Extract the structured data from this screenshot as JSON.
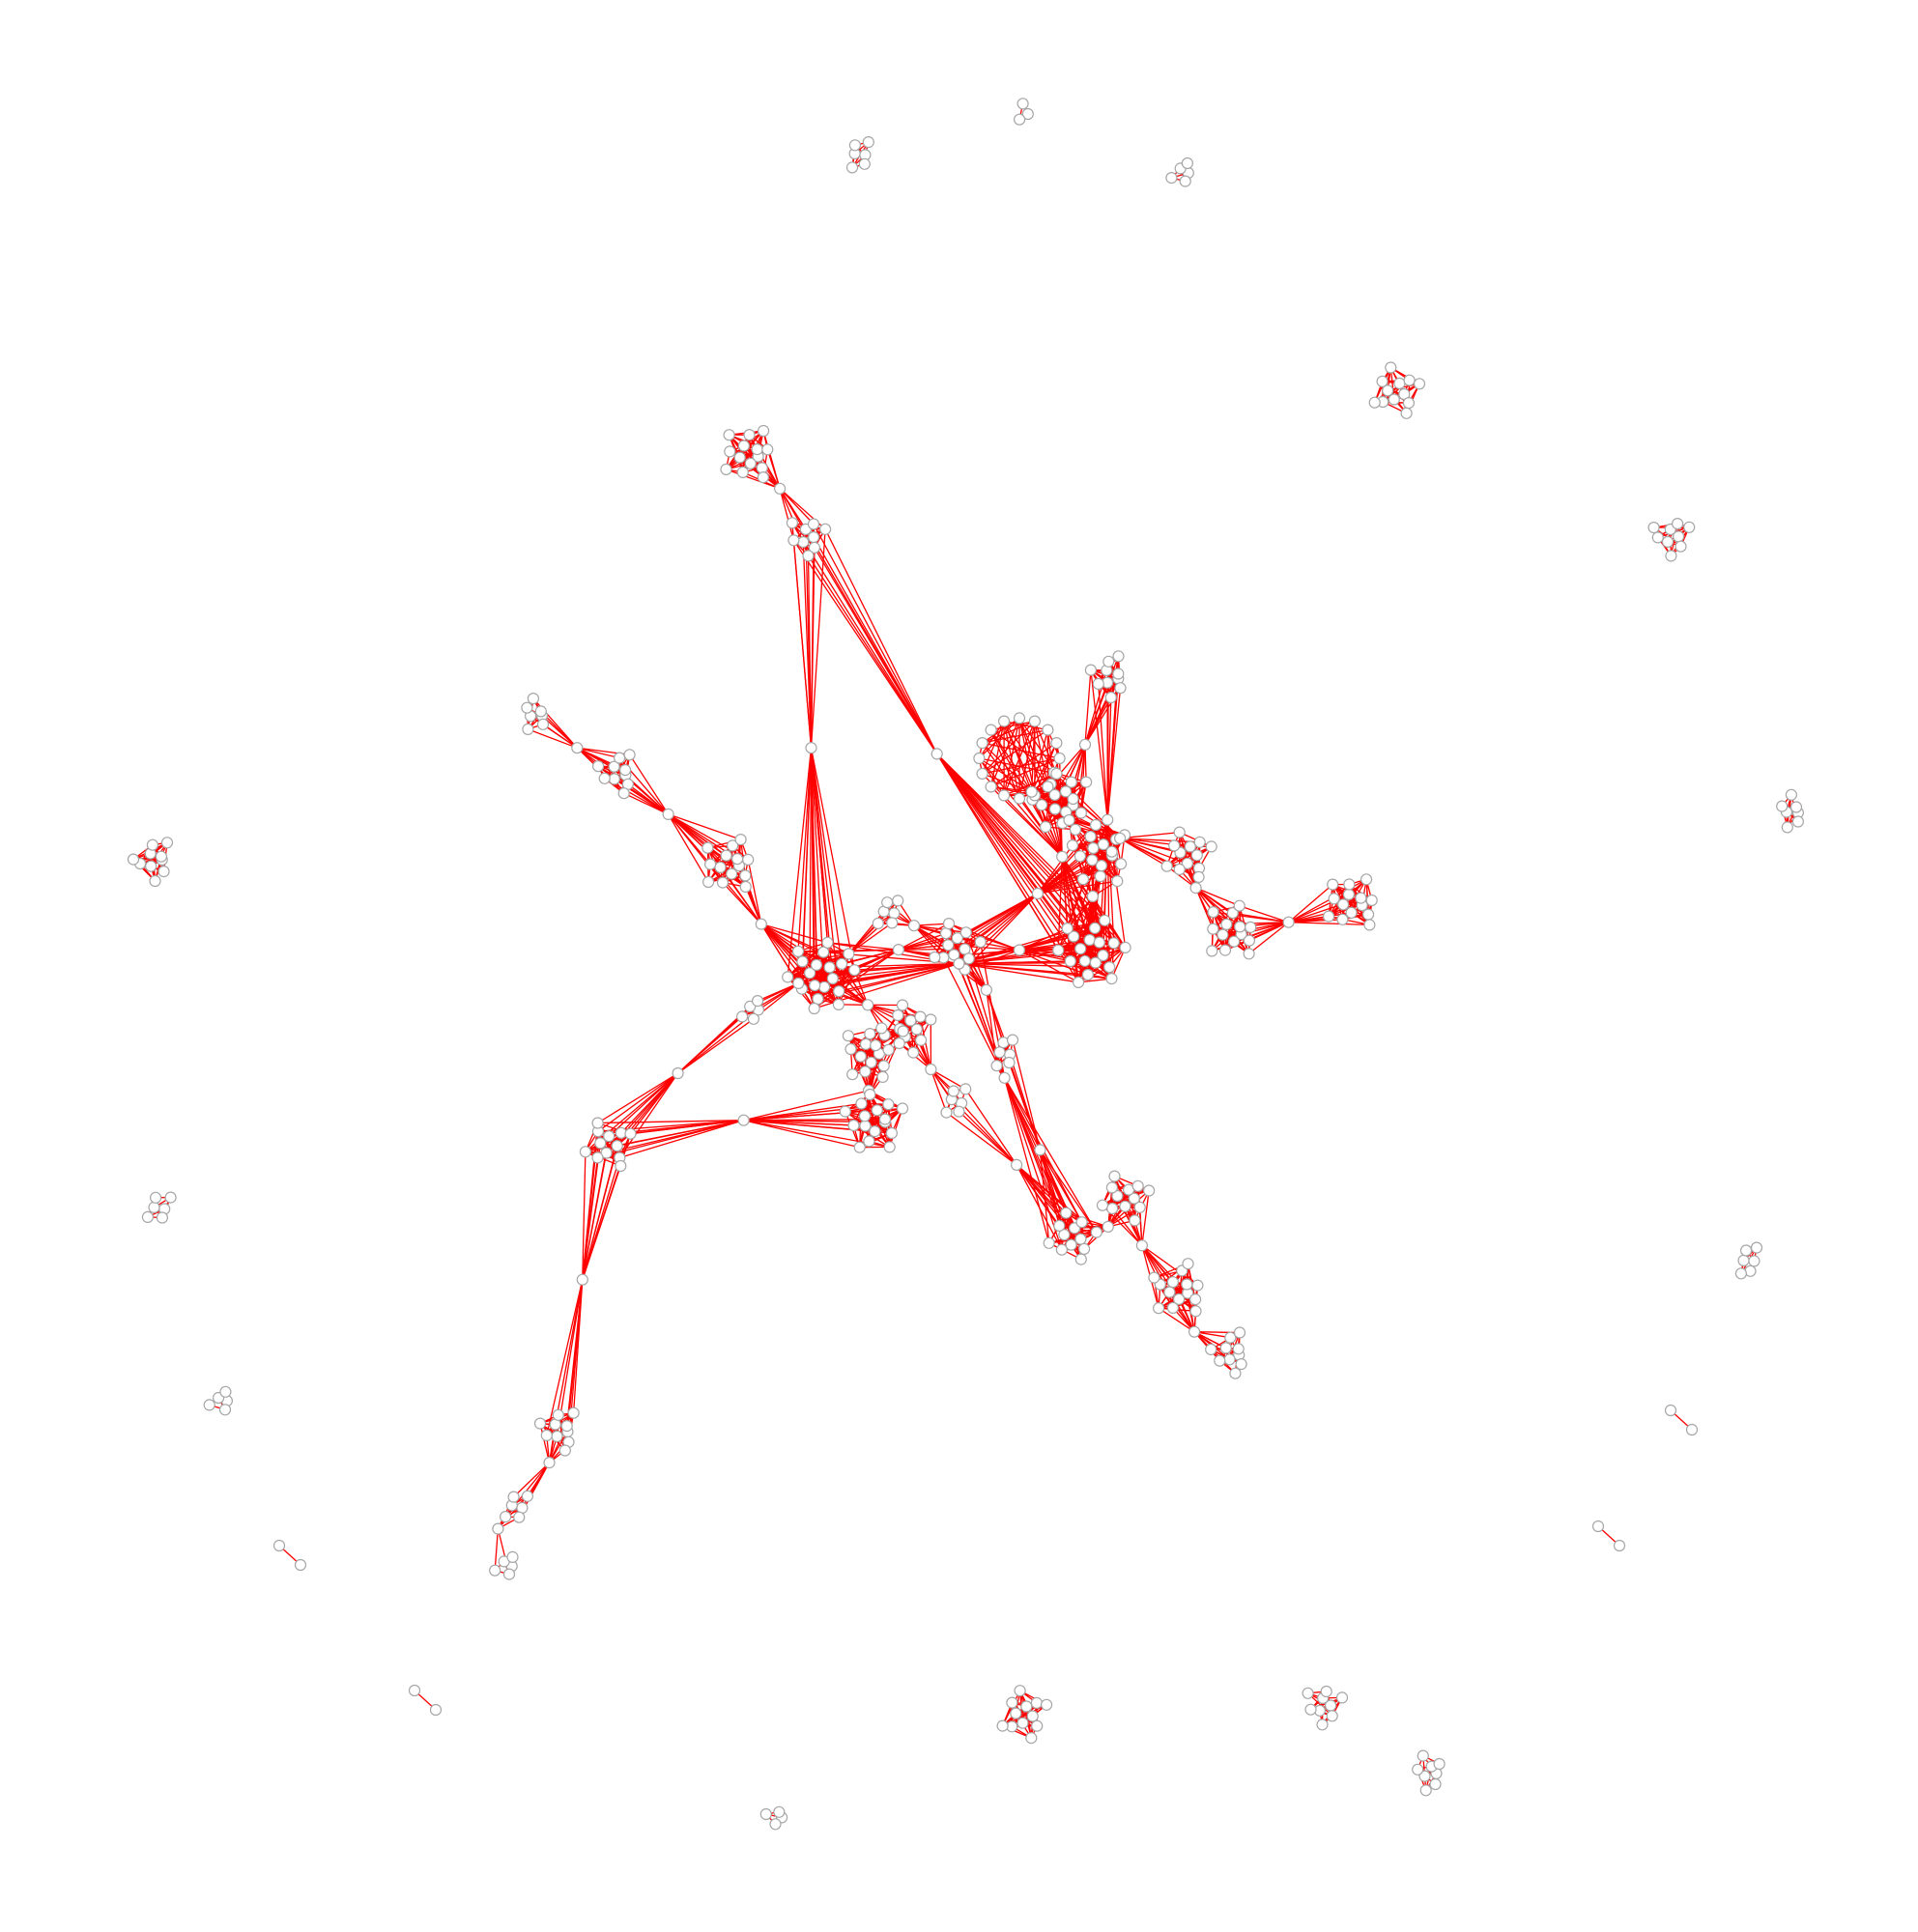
{
  "graph": {
    "edge_color": "#ff0000",
    "node_fill": "#ffffff",
    "node_stroke": "#a6a6a6",
    "layout_seed": 11,
    "clusters": [
      {
        "id": "c-top-left-tip",
        "nodes": 14,
        "kind": "dense"
      },
      {
        "id": "c-top-left-mid",
        "nodes": 9,
        "kind": "dense"
      },
      {
        "id": "c-upper-right-hub",
        "nodes": 10,
        "kind": "dense"
      },
      {
        "id": "c-right-chain-1",
        "nodes": 12,
        "kind": "dense"
      },
      {
        "id": "c-right-chain-2",
        "nodes": 14,
        "kind": "dense"
      },
      {
        "id": "c-right-tip",
        "nodes": 14,
        "kind": "dense"
      },
      {
        "id": "c-core-1",
        "nodes": 18,
        "kind": "dense"
      },
      {
        "id": "c-core-2",
        "nodes": 16,
        "kind": "dense"
      },
      {
        "id": "c-core-3",
        "nodes": 16,
        "kind": "dense"
      },
      {
        "id": "c-core-4",
        "nodes": 12,
        "kind": "dense"
      },
      {
        "id": "c-core-5",
        "nodes": 18,
        "kind": "dense"
      },
      {
        "id": "c-core-6",
        "nodes": 12,
        "kind": "dense"
      },
      {
        "id": "c-core-7",
        "nodes": 14,
        "kind": "dense"
      },
      {
        "id": "c-left-chain-1",
        "nodes": 14,
        "kind": "dense"
      },
      {
        "id": "c-left-chain-2",
        "nodes": 10,
        "kind": "dense"
      },
      {
        "id": "c-left-tip",
        "nodes": 7,
        "kind": "sparse"
      },
      {
        "id": "c-lower-left-1",
        "nodes": 12,
        "kind": "dense"
      },
      {
        "id": "c-lower-left-2",
        "nodes": 16,
        "kind": "dense"
      },
      {
        "id": "c-lower-right-1",
        "nodes": 12,
        "kind": "dense"
      },
      {
        "id": "c-lower-right-2",
        "nodes": 14,
        "kind": "dense"
      },
      {
        "id": "c-lower-right-3",
        "nodes": 10,
        "kind": "dense"
      },
      {
        "id": "c-bottom-mid",
        "nodes": 12,
        "kind": "dense"
      },
      {
        "id": "c-bottom-left-chain-1",
        "nodes": 10,
        "kind": "dense"
      },
      {
        "id": "c-bottom-left-chain-2",
        "nodes": 6,
        "kind": "sparse"
      },
      {
        "id": "c-bottom-left-tip",
        "nodes": 5,
        "kind": "sparse"
      },
      {
        "id": "c-upper-left-ring",
        "nodes": 16,
        "kind": "ring"
      },
      {
        "id": "c-small-core-a",
        "nodes": 6,
        "kind": "sparse"
      },
      {
        "id": "c-small-core-b",
        "nodes": 6,
        "kind": "sparse"
      },
      {
        "id": "c-small-core-c",
        "nodes": 5,
        "kind": "sparse"
      },
      {
        "id": "c-small-core-d",
        "nodes": 6,
        "kind": "sparse"
      }
    ],
    "isolated_components": [
      {
        "id": "iso-top-1",
        "nodes": 6
      },
      {
        "id": "iso-top-2",
        "nodes": 3
      },
      {
        "id": "iso-top-3",
        "nodes": 5
      },
      {
        "id": "iso-ne-1",
        "nodes": 12
      },
      {
        "id": "iso-ne-2",
        "nodes": 9
      },
      {
        "id": "iso-e-1",
        "nodes": 7
      },
      {
        "id": "iso-e-2",
        "nodes": 6
      },
      {
        "id": "iso-e-3",
        "nodes": 2
      },
      {
        "id": "iso-se-1",
        "nodes": 2
      },
      {
        "id": "iso-se-2",
        "nodes": 9
      },
      {
        "id": "iso-se-3",
        "nodes": 8
      },
      {
        "id": "iso-s-1",
        "nodes": 12
      },
      {
        "id": "iso-s-2",
        "nodes": 4
      },
      {
        "id": "iso-sw-1",
        "nodes": 2
      },
      {
        "id": "iso-sw-2",
        "nodes": 2
      },
      {
        "id": "iso-w-1",
        "nodes": 5
      },
      {
        "id": "iso-w-2",
        "nodes": 6
      },
      {
        "id": "iso-w-3",
        "nodes": 10
      }
    ]
  }
}
